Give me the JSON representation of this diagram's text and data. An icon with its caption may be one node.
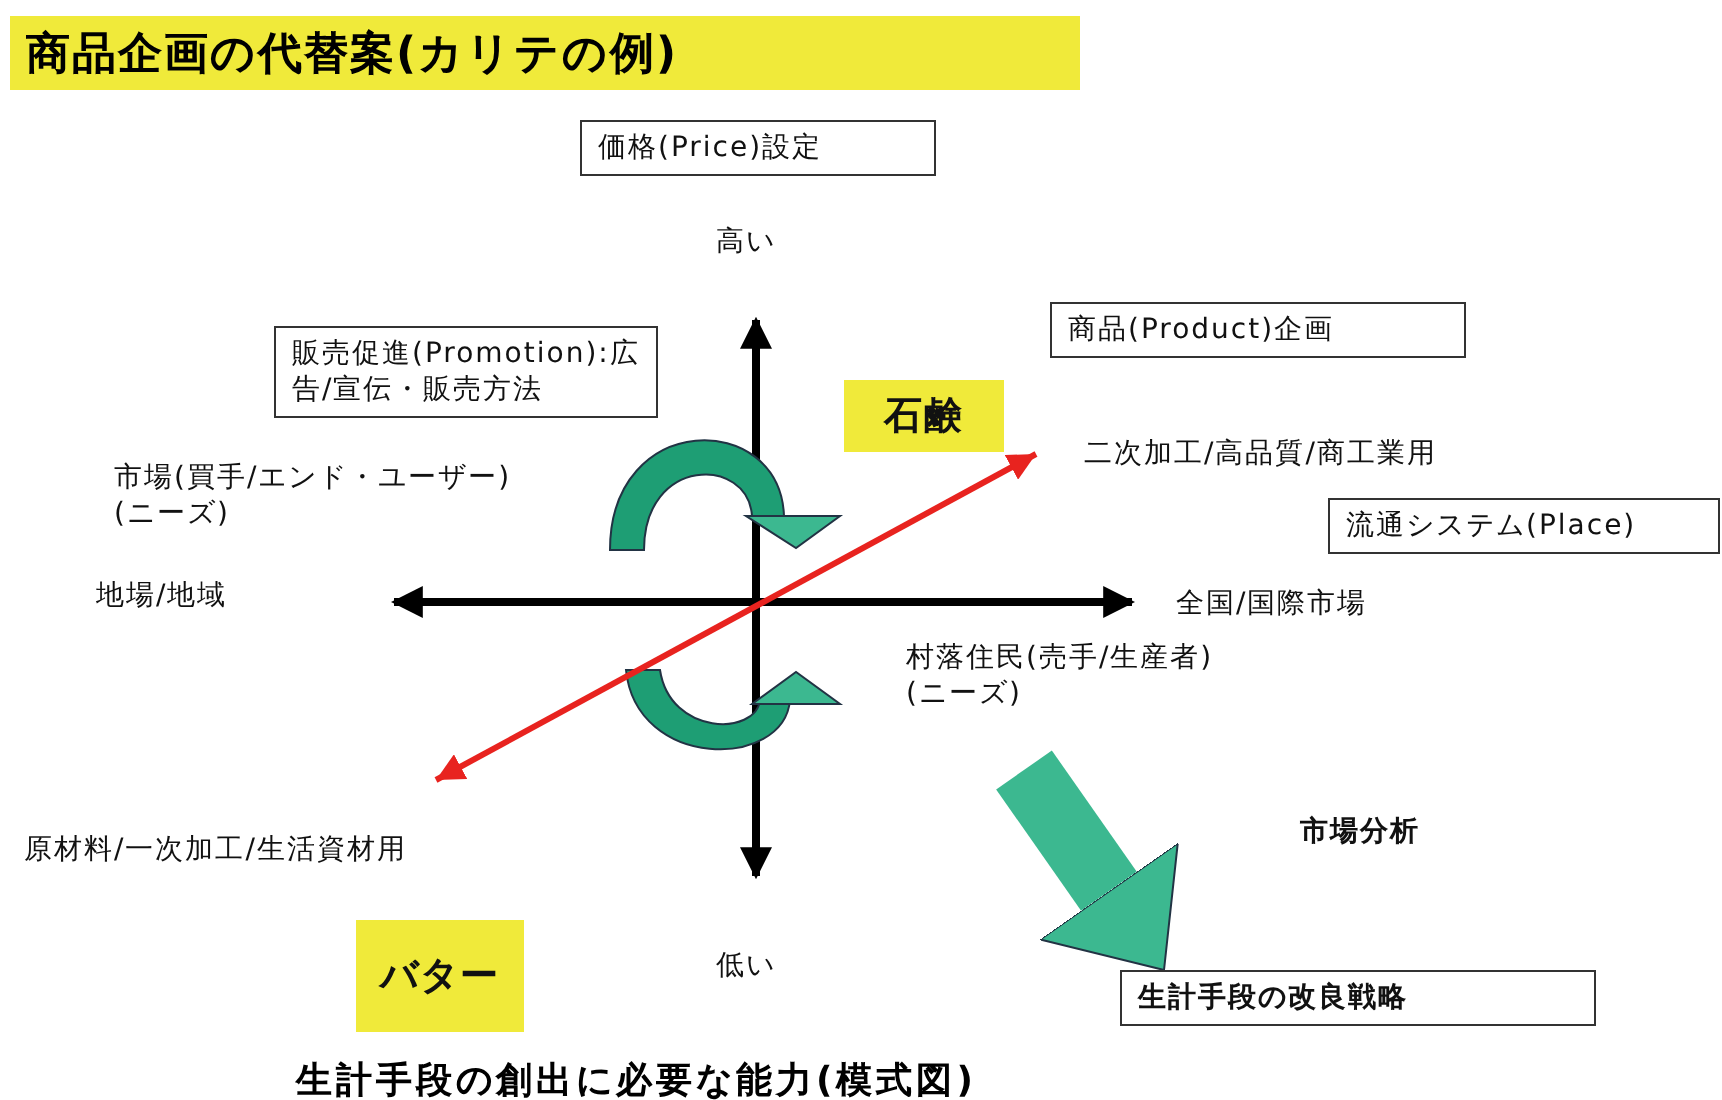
{
  "diagram": {
    "title": "商品企画の代替案(カリテの例)",
    "caption": "生計手段の創出に必要な能力(模式図)",
    "nodes": [
      {
        "text": [
          "価格(Price)設定"
        ]
      },
      {
        "text": [
          "販売促進(Promotion):広告/宣伝・販売方法"
        ]
      },
      {
        "text": [
          "商品(Product)企画"
        ]
      },
      {
        "text": [
          "石鹸"
        ]
      },
      {
        "text": [
          "流通システム(Place)"
        ]
      },
      {
        "text": [
          "原材料/一次加工/生活資材用"
        ]
      },
      {
        "text": [
          "二次加工/高品質/商工業用"
        ]
      },
      {
        "text": [
          "バター"
        ]
      },
      {
        "text": [
          "生計手段の改良戦略"
        ]
      }
    ],
    "edges": [
      {
        "from": 5,
        "to": 6,
        "arrow": "both",
        "color": "#e8231f"
      },
      {
        "from": null,
        "to": 8,
        "arrow": "to",
        "style": "thick",
        "color": "#3cb890"
      }
    ],
    "labels": [
      "高い",
      "市場(買手/エンド・ユーザー)(ニーズ)",
      "地場/地域",
      "全国/国際市場",
      "村落住民(売手/生産者)(ニーズ)",
      "市場分析",
      "低い"
    ]
  }
}
